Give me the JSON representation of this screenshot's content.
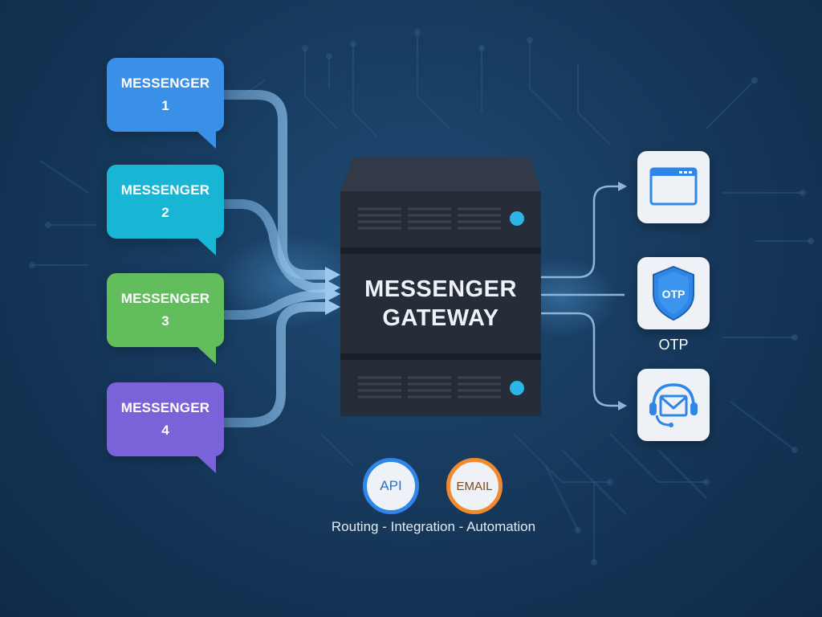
{
  "messengers": [
    {
      "line1": "MESSENGER",
      "line2": "1"
    },
    {
      "line1": "MESSENGER",
      "line2": "2"
    },
    {
      "line1": "MESSENGER",
      "line2": "3"
    },
    {
      "line1": "MESSENGER",
      "line2": "4"
    }
  ],
  "gateway": {
    "line1": "MESSENGER",
    "line2": "GATEWAY"
  },
  "outputs": {
    "otp_shield_text": "OTP",
    "otp_label": "OTP"
  },
  "badges": {
    "api": "API",
    "email": "EMAIL"
  },
  "caption": "Routing - Integration - Automation",
  "colors": {
    "messenger_1": "#3a8fe6",
    "messenger_2": "#19b5d4",
    "messenger_3": "#62be5c",
    "messenger_4": "#7a62d8",
    "server_body": "#262d38",
    "server_light": "#2bb6e6",
    "api_ring": "#2f86e6",
    "email_ring": "#f08a2c"
  },
  "icons": [
    "browser-window-icon",
    "shield-icon",
    "email-headset-icon"
  ]
}
